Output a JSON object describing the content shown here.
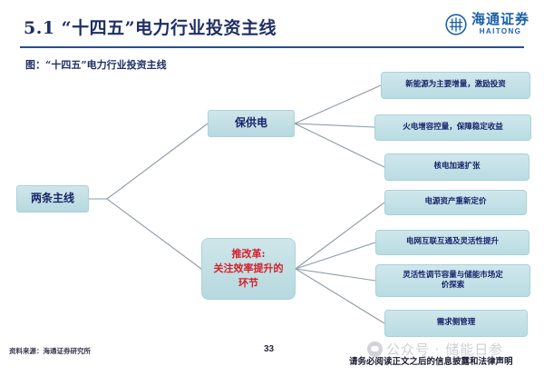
{
  "header": {
    "title": "5.1 “十四五”电力行业投资主线",
    "logo": {
      "cn": "海通证券",
      "en": "HAITONG"
    }
  },
  "figure": {
    "caption": "图：“十四五”电力行业投资主线"
  },
  "diagram": {
    "root": "两条主线",
    "branch_1": "保供电",
    "branch_2": {
      "line_1": "推改革:",
      "line_2": "关注效率提升的",
      "line_3": "环节"
    },
    "leaves": [
      "新能源为主要增量，激励投资",
      "火电增容控量，保障稳定收益",
      "核电加速扩张",
      "电源资产重新定价",
      "电网互联互通及灵活性提升",
      "灵活性调节容量与储能市场定价探索",
      "需求侧管理"
    ],
    "leaf_6_line_1": "灵活性调节容量与储能市场定",
    "leaf_6_line_2": "价探索",
    "colors": {
      "node_fill": "#bfdfe4",
      "node_text": "#17246b",
      "highlight_text": "#d4202a",
      "connector": "#8e9ba3"
    }
  },
  "footer": {
    "source": "资料来源：海通证券研究所",
    "page_number": "33",
    "disclaimer": "请务必阅读正文之后的信息披露和法律声明",
    "watermark": "公众号 · 储能日参"
  }
}
